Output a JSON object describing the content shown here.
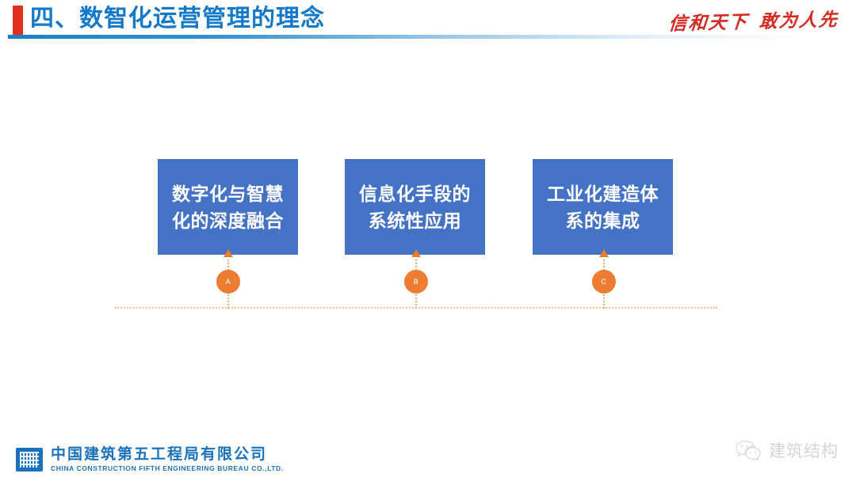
{
  "header": {
    "title": "四、数智化运营管理的理念",
    "slogan_left": "信和天下",
    "slogan_right": "敢为人先",
    "accent_red": "#E03020",
    "title_blue": "#1479C9",
    "rule_blue": "#1781CE"
  },
  "diagram": {
    "box_color": "#4472C4",
    "marker_color": "#ED7D31",
    "connector_color": "#F5A863",
    "baseline_color": "#F6BE8E",
    "nodes": [
      {
        "marker": "A",
        "line1": "数字化与智慧",
        "line2": "化的深度融合"
      },
      {
        "marker": "B",
        "line1": "信息化手段的",
        "line2": "系统性应用"
      },
      {
        "marker": "C",
        "line1": "工业化建造体",
        "line2": "系的集成"
      }
    ]
  },
  "footer": {
    "logo_cn": "中国建筑第五工程局有限公司",
    "logo_en": "CHINA CONSTRUCTION FIFTH ENGINEERING BUREAU CO.,LTD.",
    "logo_color": "#1B72BC",
    "watermark_label": "建筑结构"
  }
}
